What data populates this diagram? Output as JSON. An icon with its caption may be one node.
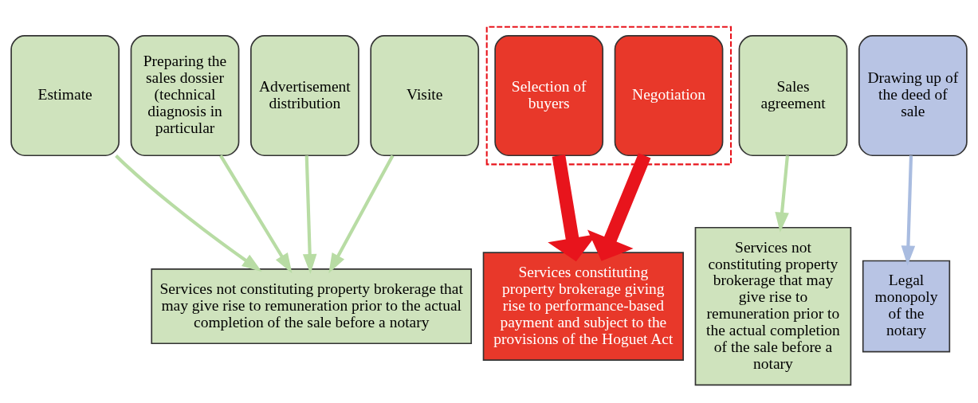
{
  "diagram": {
    "nodes": [
      {
        "text": [
          "Estimate"
        ]
      },
      {
        "text": [
          "Preparing the sales dossier (technical diagnosis in particular"
        ]
      },
      {
        "text": [
          "Advertisement distribution"
        ]
      },
      {
        "text": [
          "Visite"
        ]
      },
      {
        "text": [],
        "shape": "box"
      },
      {
        "text": [
          "Selection of buyers"
        ],
        "in": 4
      },
      {
        "text": [
          "Negotiation"
        ],
        "in": 4
      },
      {
        "text": [
          "Sales agreement"
        ]
      },
      {
        "text": [
          "Drawing up of the deed of sale"
        ]
      },
      {
        "text": [
          "Services not constituting property brokerage that may give rise to remuneration prior to the actual completion of the sale before a notary"
        ]
      },
      {
        "text": [
          "Services constituting property brokerage giving rise to performance-based payment and subject to the provisions of the Hoguet Act"
        ]
      },
      {
        "text": [
          "Services not constituting property brokerage that may give rise to remuneration prior to the actual completion of the sale before a notary"
        ]
      },
      {
        "text": [
          "Legal monopoly of the notary"
        ]
      }
    ],
    "edges": [
      {
        "from": 0,
        "to": 9,
        "arrow": "to"
      },
      {
        "from": 1,
        "to": 9,
        "arrow": "to"
      },
      {
        "from": 2,
        "to": 9,
        "arrow": "to"
      },
      {
        "from": 3,
        "to": 9,
        "arrow": "to"
      },
      {
        "from": 5,
        "to": 10,
        "arrow": "to",
        "style": "thick",
        "color": "#e8141c"
      },
      {
        "from": 6,
        "to": 10,
        "arrow": "to",
        "style": "thick",
        "color": "#e8141c"
      },
      {
        "from": 7,
        "to": 11,
        "arrow": "to"
      },
      {
        "from": 8,
        "to": 12,
        "arrow": "to",
        "color": "#a9bce0"
      }
    ]
  }
}
